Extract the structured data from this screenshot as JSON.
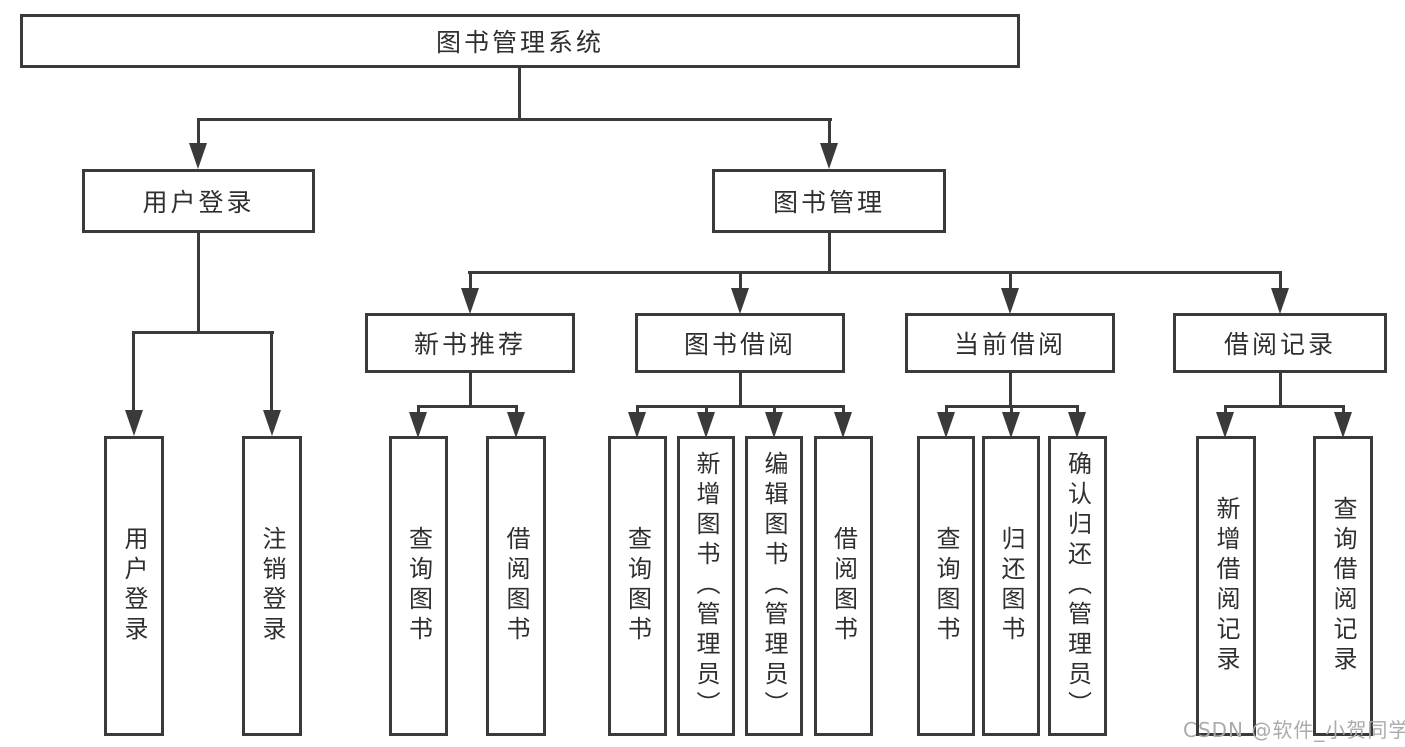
{
  "nodes": {
    "root": "图书管理系统",
    "user_login": "用户登录",
    "book_mgmt": "图书管理",
    "new_books": "新书推荐",
    "book_borrow": "图书借阅",
    "current_borrow": "当前借阅",
    "borrow_records": "借阅记录"
  },
  "leaves": {
    "user_login": [
      "用户登录",
      "注销登录"
    ],
    "new_books": [
      "查询图书",
      "借阅图书"
    ],
    "book_borrow": [
      "查询图书",
      "新增图书（管理员）",
      "编辑图书（管理员）",
      "借阅图书"
    ],
    "current_borrow": [
      "查询图书",
      "归还图书",
      "确认归还（管理员）"
    ],
    "borrow_records": [
      "新增借阅记录",
      "查询借阅记录"
    ]
  },
  "watermark": "CSDN @软件_小贺同学",
  "colors": {
    "line": "#3a3a3a",
    "text": "#2f2f2f",
    "watermark": "#ababab",
    "background": "#ffffff"
  }
}
